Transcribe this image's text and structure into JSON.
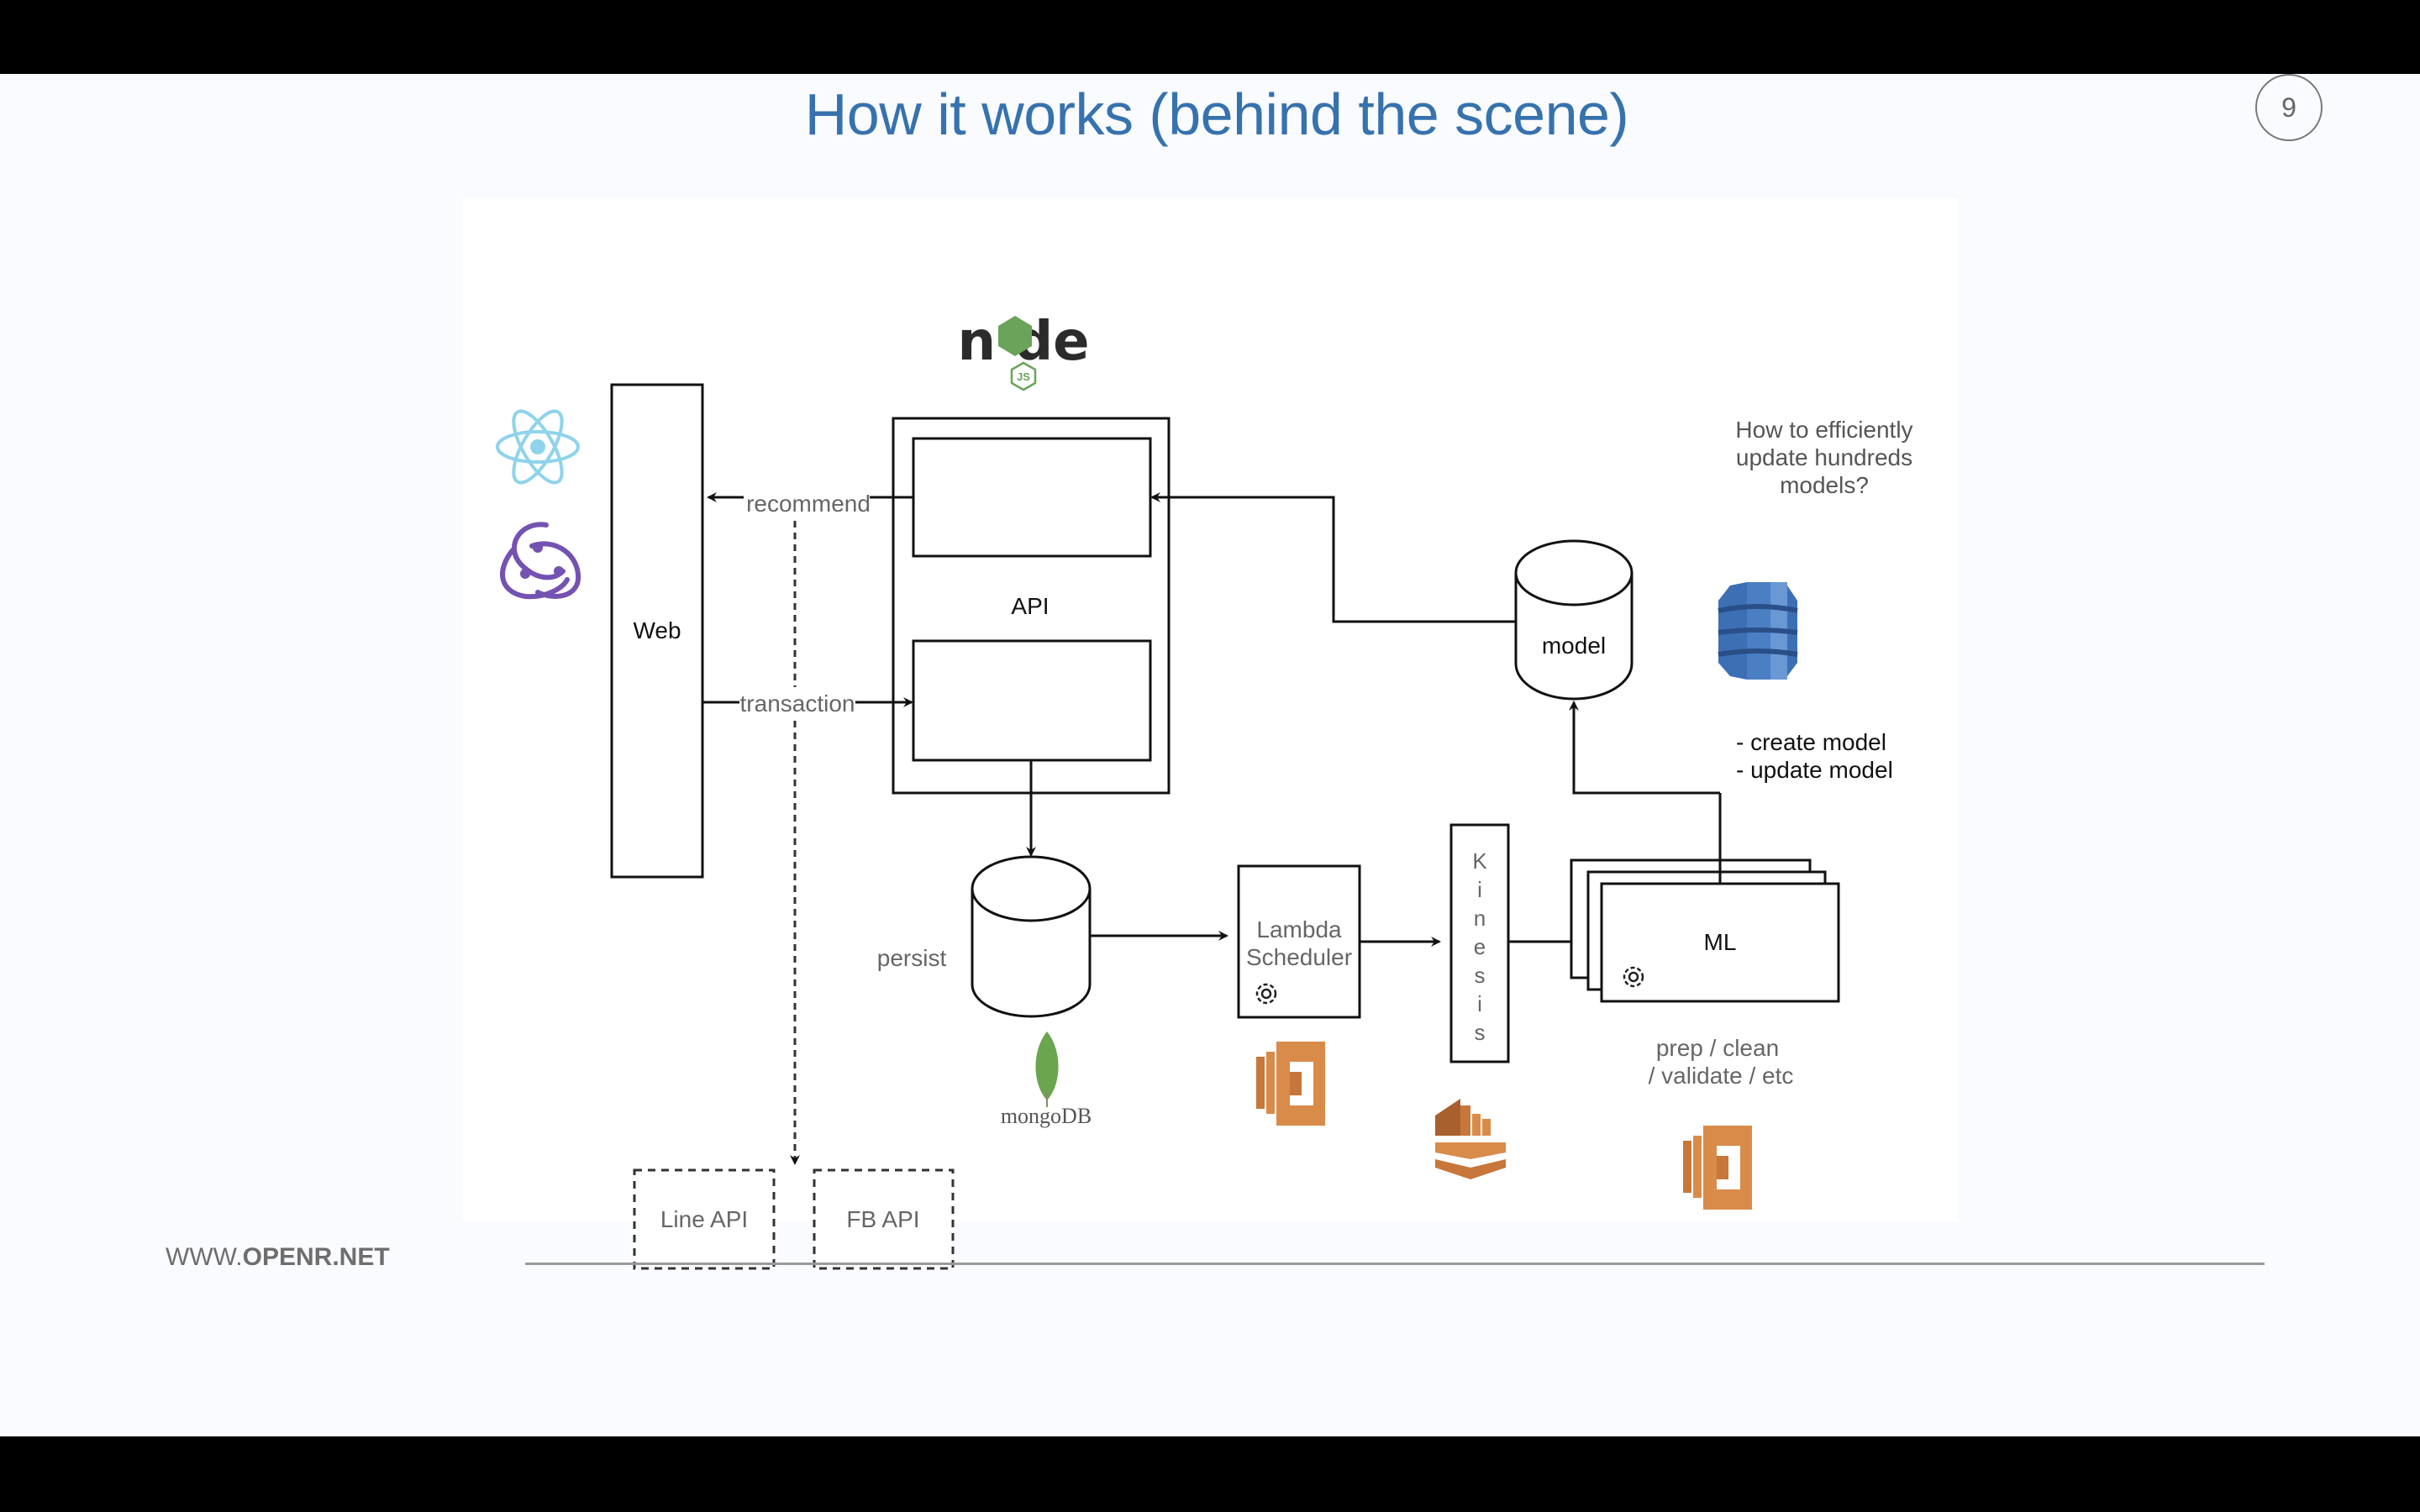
{
  "slide": {
    "title": "How it works (behind the scene)",
    "page_number": "9",
    "footer": {
      "url_prefix": "WWW.",
      "url_bold": "OPENR.NET"
    }
  },
  "diagram": {
    "nodes": {
      "web": "Web",
      "api": "API",
      "persist_db_label": "persist",
      "lambda_scheduler": [
        "Lambda",
        "Scheduler"
      ],
      "kinesis": [
        "K",
        "i",
        "n",
        "e",
        "s",
        "i",
        "s"
      ],
      "ml": "ML",
      "model_db": "model",
      "line_api": "Line API",
      "fb_api": "FB API"
    },
    "edges": {
      "recommend": "recommend",
      "transaction": "transaction"
    },
    "annotations": {
      "question": [
        "How to efficiently",
        "update hundreds",
        "models?"
      ],
      "model_ops": [
        "- create model",
        "- update model"
      ],
      "ml_steps": [
        "prep / clean",
        "/ validate / etc"
      ]
    },
    "logos": {
      "react": "react-logo",
      "redux": "redux-logo",
      "nodejs": "nodejs-logo",
      "mongodb": "mongoDB",
      "aws_lambda": "aws-lambda-logo",
      "aws_kinesis": "aws-kinesis-logo",
      "aws_dynamodb": "aws-dynamodb-logo"
    },
    "colors": {
      "title": "#3672ae",
      "react": "#8fd3ec",
      "redux": "#7452b2",
      "node_green": "#6aa35a",
      "aws_orange": "#d98b4a",
      "dynamo_blue": "#3d6fb5",
      "mongo_green": "#6ba54e"
    }
  }
}
